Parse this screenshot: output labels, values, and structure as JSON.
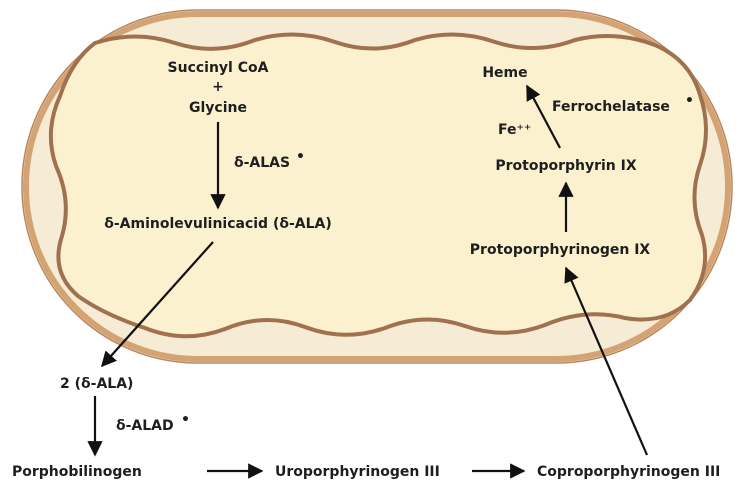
{
  "labels": {
    "succinyl_coa": "Succinyl CoA",
    "plus": "+",
    "glycine": "Glycine",
    "alas": "δ-ALAS",
    "ala": "δ-Aminolevulinicacid (δ-ALA)",
    "two_ala": "2 (δ-ALA)",
    "alad": "δ-ALAD",
    "porphobilinogen": "Porphobilinogen",
    "uroporphyrinogen": "Uroporphyrinogen III",
    "coproporphyrinogen": "Coproporphyrinogen III",
    "protoporphyrinogen": "Protoporphyrinogen IX",
    "protoporphyrin": "Protoporphyrin IX",
    "fe": "Fe⁺⁺",
    "ferrochelatase": "Ferrochelatase",
    "heme": "Heme"
  },
  "markers": {
    "dot": "•"
  },
  "colors": {
    "outer_membrane": "#d4a373",
    "outer_membrane_edge": "#b8855a",
    "inner_fill": "#fbf1cf",
    "intermembrane": "#f6ecd6",
    "wavy_membrane": "#a0714f",
    "text": "#1e1e1e",
    "arrow": "#111111"
  }
}
